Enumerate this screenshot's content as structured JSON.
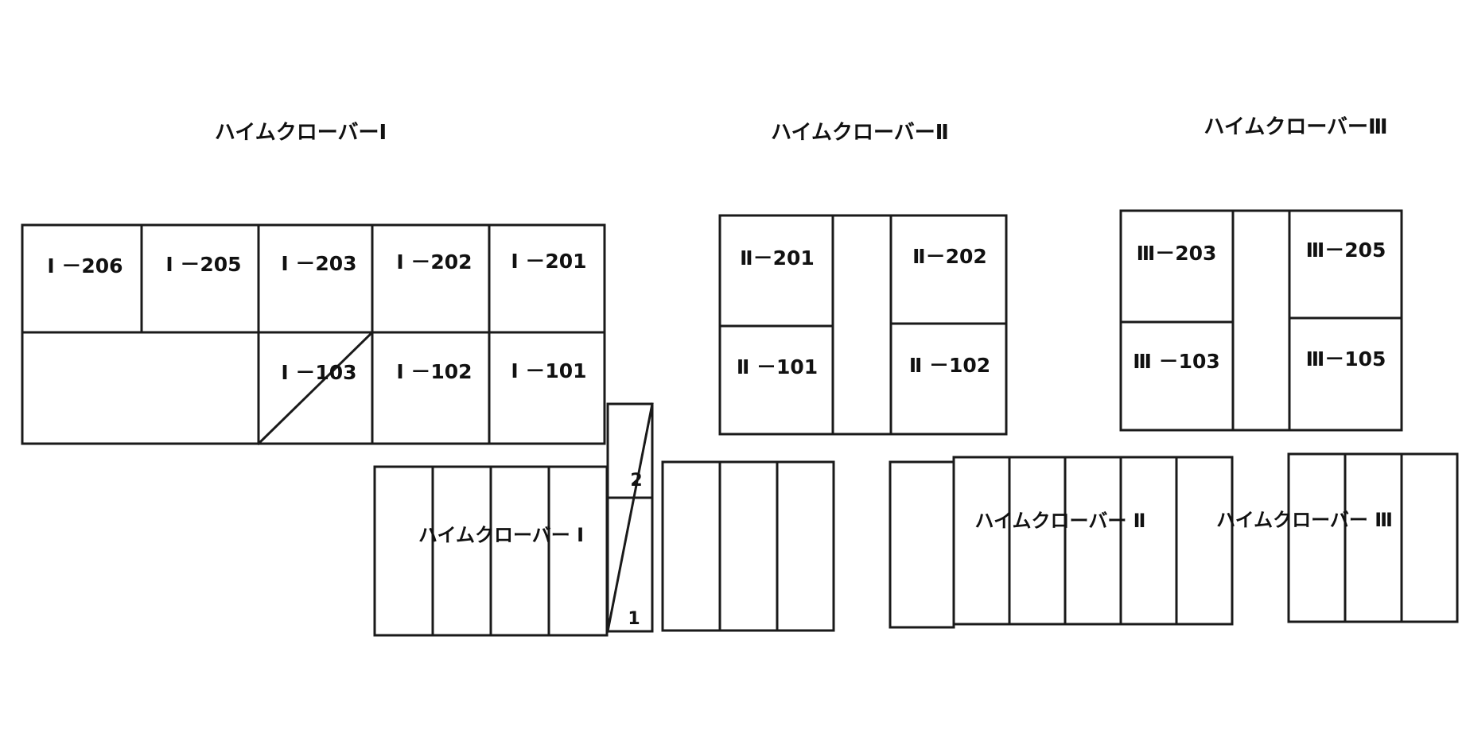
{
  "buildings": [
    {
      "title": "ハイムクローバーⅠ",
      "units": [
        "Ⅰ －206",
        "Ⅰ －205",
        "Ⅰ －203",
        "Ⅰ －202",
        "Ⅰ －201",
        "Ⅰ －103",
        "Ⅰ －102",
        "Ⅰ －101"
      ]
    },
    {
      "title": "ハイムクローバーⅡ",
      "units": [
        "Ⅱ－201",
        "Ⅱ－202",
        "Ⅱ －101",
        "Ⅱ －102"
      ]
    },
    {
      "title": "ハイムクローバーⅢ",
      "units": [
        "Ⅲ－203",
        "Ⅲ－205",
        "Ⅲ －103",
        "Ⅲ－105"
      ]
    }
  ],
  "parking": [
    {
      "label": "ハイムクローバー Ⅰ"
    },
    {
      "label": "ハイムクローバー Ⅱ"
    },
    {
      "label": "ハイムクローバー Ⅲ"
    }
  ],
  "extra_slots": [
    "2",
    "1"
  ]
}
